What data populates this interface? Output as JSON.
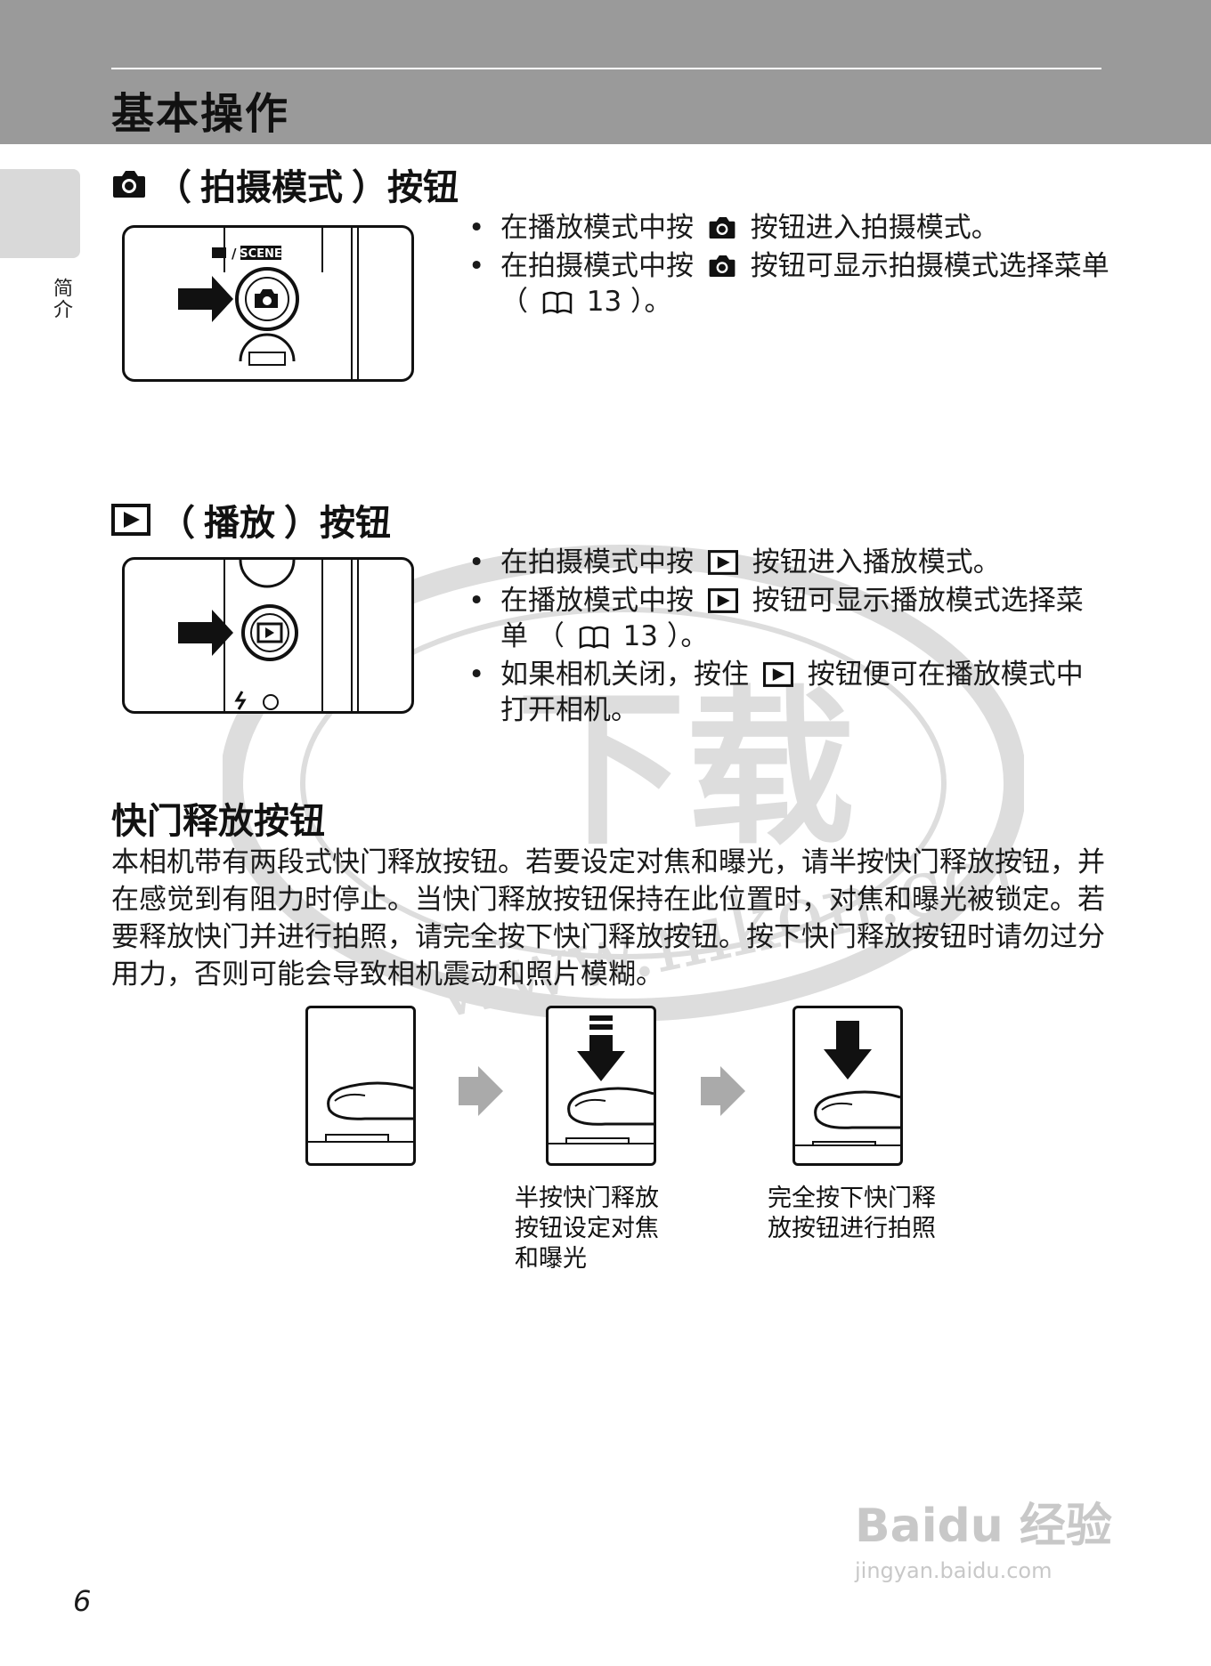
{
  "header": {
    "title": "基本操作",
    "side_tab_label": "简介"
  },
  "shoot_section": {
    "title_open": "（",
    "title_name": "拍摄模式",
    "title_close": "）按钮",
    "camera_label": "SCENE",
    "bullets": [
      {
        "before": "在播放模式中按",
        "after": "按钮进入拍摄模式。"
      },
      {
        "before": "在拍摄模式中按",
        "after": "按钮可显示拍摄模式选择菜单 （",
        "ref": "13",
        "end": "）。"
      }
    ]
  },
  "play_section": {
    "title_open": "（",
    "title_name": "播放",
    "title_close": "）按钮",
    "bullets": [
      {
        "before": "在拍摄模式中按",
        "after": "按钮进入播放模式。"
      },
      {
        "before": "在播放模式中按",
        "after": "按钮可显示播放模式选择菜单 （",
        "ref": "13",
        "end": "）。"
      },
      {
        "before": "如果相机关闭，按住",
        "after": "按钮便可在播放模式中打开相机。"
      }
    ]
  },
  "shutter_section": {
    "title": "快门释放按钮",
    "paragraph": "本相机带有两段式快门释放按钮。若要设定对焦和曝光，请半按快门释放按钮，并在感觉到有阻力时停止。当快门释放按钮保持在此位置时，对焦和曝光被锁定。若要释放快门并进行拍照，请完全按下快门释放按钮。按下快门释放按钮时请勿过分用力，否则可能会导致相机震动和照片模糊。",
    "caption_half": [
      "半按快门释放",
      "按钮设定对焦",
      "和曝光"
    ],
    "caption_full": [
      "完全按下快门释",
      "放按钮进行拍照"
    ]
  },
  "watermark": {
    "text": "下载",
    "url": "www.nikon.com"
  },
  "baidu": {
    "brand": "Baidu 经验",
    "url": "jingyan.baidu.com"
  },
  "page_number": "6",
  "icons": [
    "camera-icon",
    "play-icon",
    "book-icon",
    "arrow-right-icon",
    "arrow-down-icon"
  ]
}
